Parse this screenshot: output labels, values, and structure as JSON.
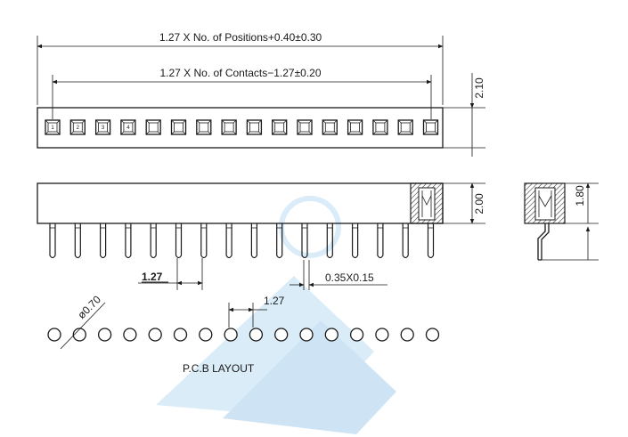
{
  "dimensions": {
    "overall_length": "1.27 X No. of Positions+0.40±0.30",
    "contact_span": "1.27 X No. of Contacts−1.27±0.20",
    "top_height": "2.10",
    "side_height": "2.00",
    "end_height": "1.80",
    "pitch_bold": "1.27",
    "pin_size": "0.35X0.15",
    "hole_diameter": "ø0.70",
    "pcb_pitch": "1.27"
  },
  "pin_numbers": [
    "1",
    "2",
    "3",
    "4"
  ],
  "labels": {
    "pcb_layout": "P.C.B LAYOUT"
  },
  "counts": {
    "positions": 16
  },
  "colors": {
    "line": "#1a1a1a",
    "watermark": "#cfe6f7"
  }
}
